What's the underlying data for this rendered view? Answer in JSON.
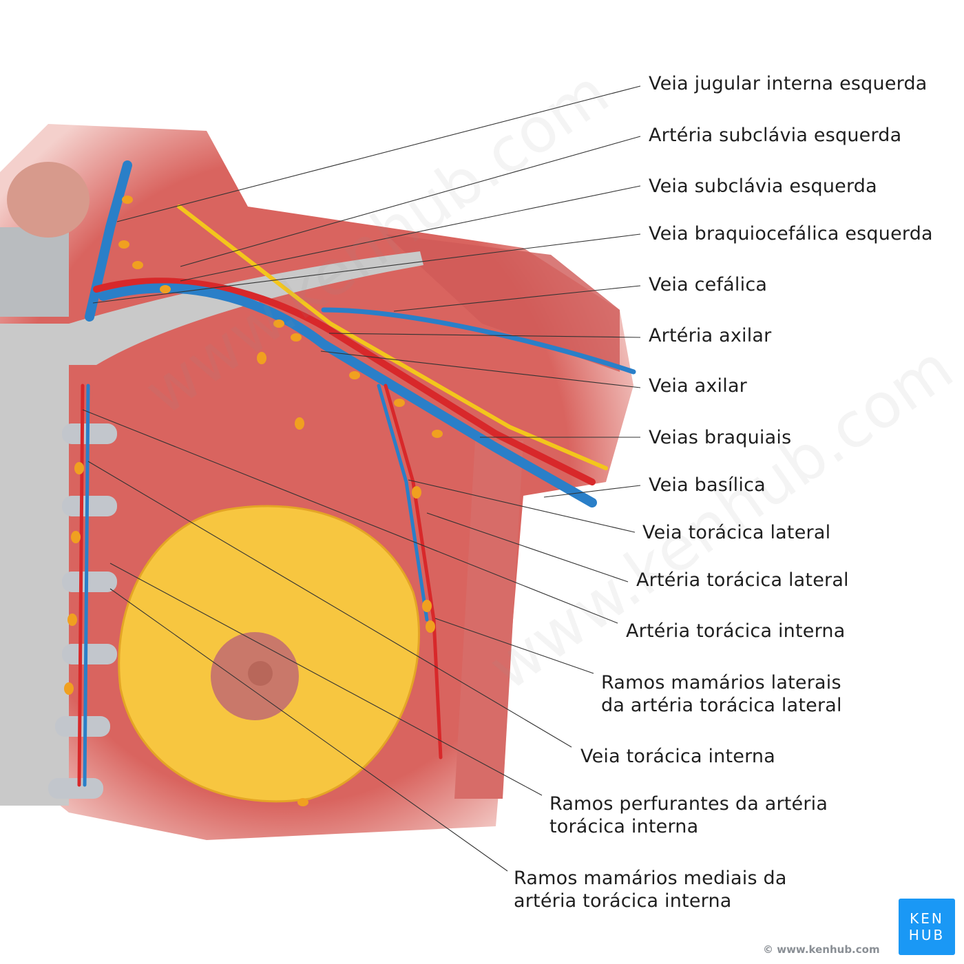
{
  "labels": [
    {
      "text": "Veia jugular interna esquerda"
    },
    {
      "text": "Artéria subclávia esquerda"
    },
    {
      "text": "Veia subclávia esquerda"
    },
    {
      "text": "Veia braquiocefálica esquerda"
    },
    {
      "text": "Veia cefálica"
    },
    {
      "text": "Artéria axilar"
    },
    {
      "text": "Veia axilar"
    },
    {
      "text": "Veias braquiais"
    },
    {
      "text": "Veia basílica"
    },
    {
      "text": "Veia torácica lateral"
    },
    {
      "text": "Artéria torácica lateral"
    },
    {
      "text": "Artéria torácica interna"
    },
    {
      "text": "Ramos mamários laterais",
      "text2": "da artéria torácica lateral"
    },
    {
      "text": "Veia torácica interna"
    },
    {
      "text": "Ramos perfurantes da artéria",
      "text2": "torácica interna"
    },
    {
      "text": "Ramos mamários mediais da",
      "text2": "artéria torácica interna"
    }
  ],
  "logo": {
    "line1": "KEN",
    "line2": "HUB"
  },
  "copyright": "© www.kenhub.com",
  "colors": {
    "vein": "#2a7fc8",
    "artery": "#d8282a",
    "nerve": "#f3c61c",
    "lymph": "#f0a020",
    "muscle": "#d9645f",
    "breast": "#f7c640",
    "bone": "#c8c8c8",
    "brand": "#1a98f5"
  }
}
